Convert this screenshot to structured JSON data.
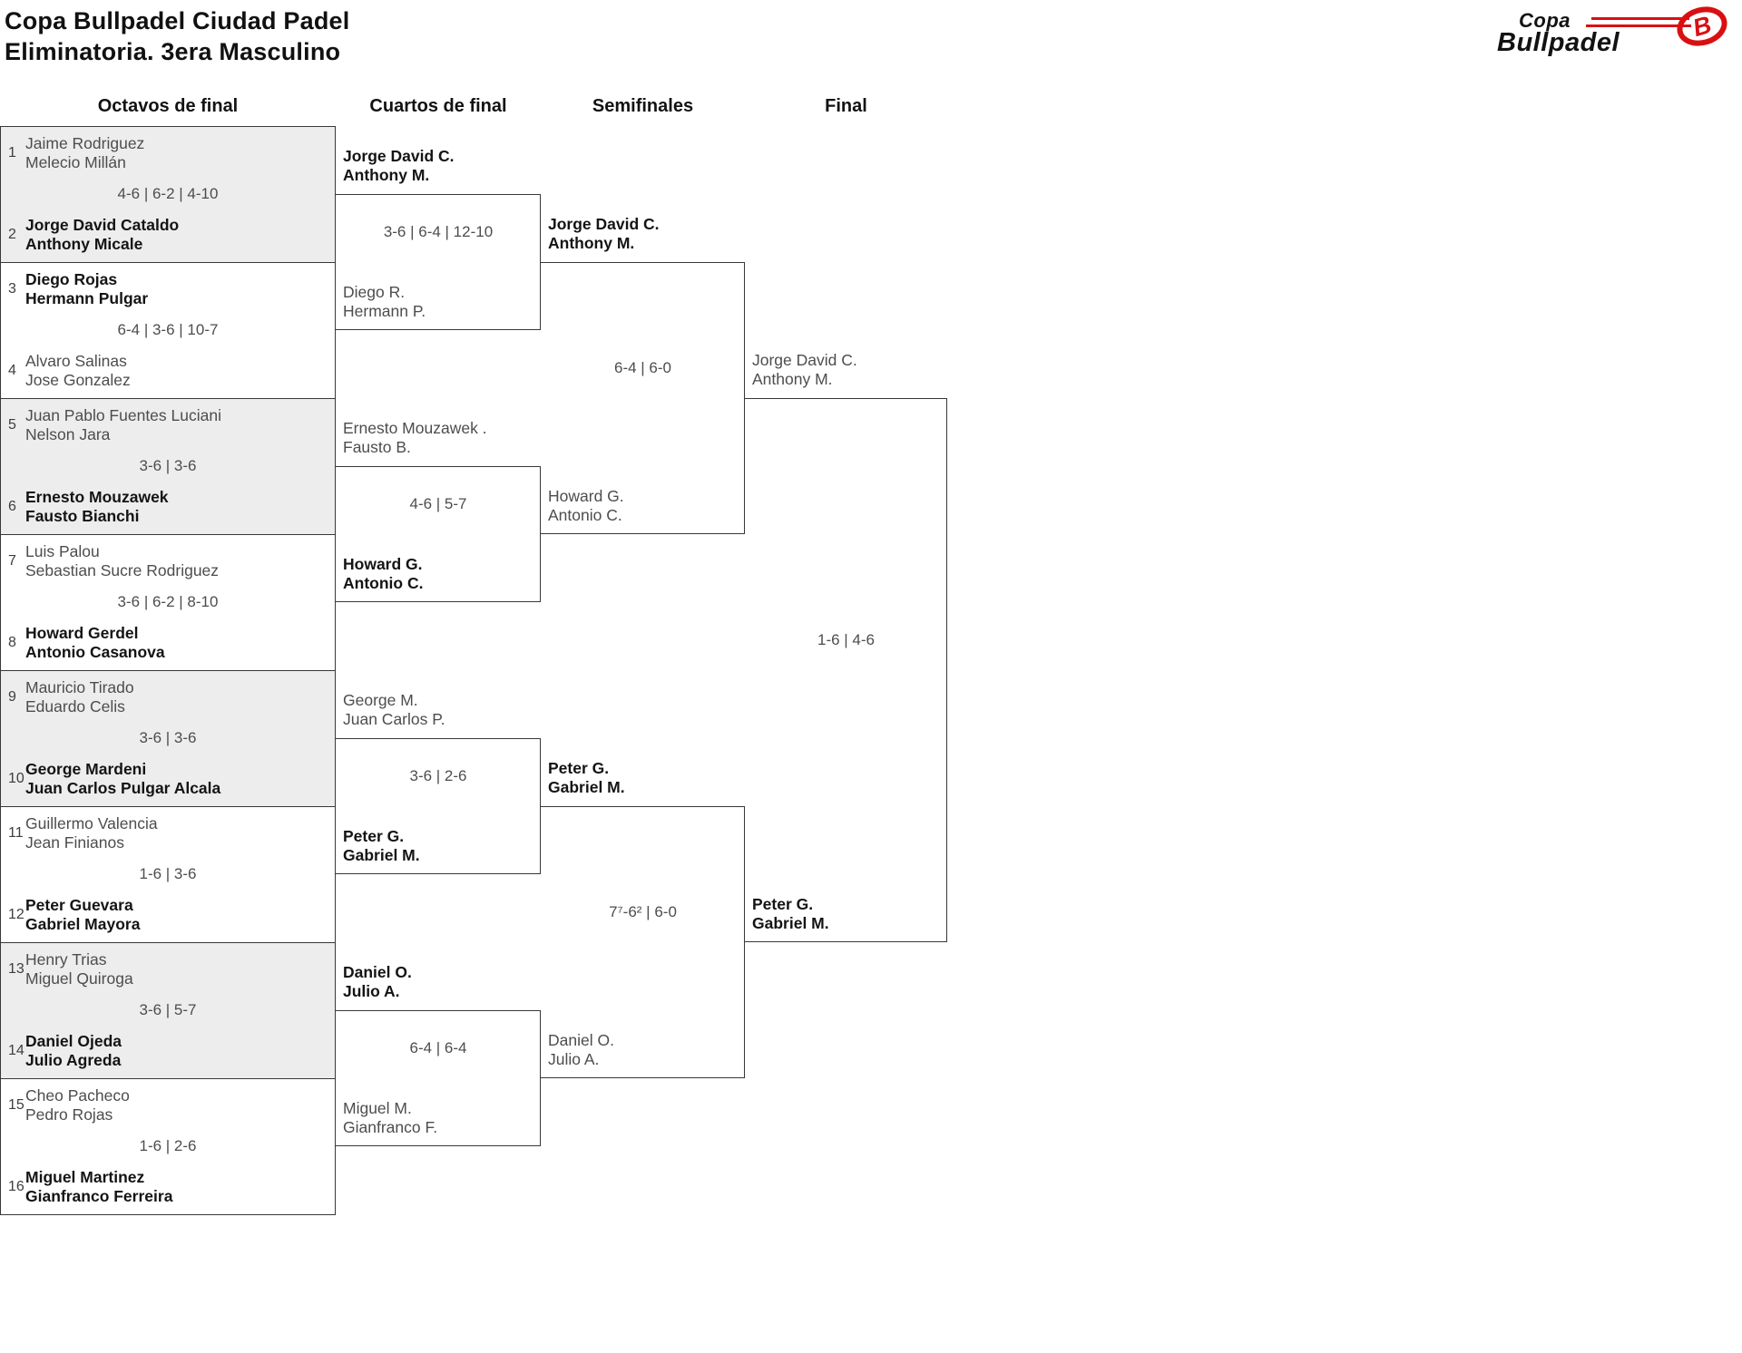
{
  "header": {
    "title_line1": "Copa Bullpadel Ciudad Padel",
    "title_line2": "Eliminatoria. 3era Masculino",
    "logo": {
      "copa": "Copa",
      "bullpadel": "Bullpadel",
      "emblem_letter": "B"
    }
  },
  "colors": {
    "accent_red": "#da0f12",
    "border": "#383838",
    "box_fill_alt": "#ededed",
    "winner_text": "#141414",
    "loser_text": "#4d4d4d"
  },
  "round_headers": [
    "Octavos de final",
    "Cuartos de final",
    "Semifinales",
    "Final"
  ],
  "octavos": [
    {
      "seedA": "1",
      "teamA": [
        "Jaime Rodriguez",
        "Melecio Millán"
      ],
      "teamA_winner": false,
      "score": "4-6 | 6-2 | 4-10",
      "seedB": "2",
      "teamB": [
        "Jorge David Cataldo",
        "Anthony Micale"
      ],
      "teamB_winner": true
    },
    {
      "seedA": "3",
      "teamA": [
        "Diego Rojas",
        "Hermann Pulgar"
      ],
      "teamA_winner": true,
      "score": "6-4 | 3-6 | 10-7",
      "seedB": "4",
      "teamB": [
        "Alvaro Salinas",
        "Jose Gonzalez"
      ],
      "teamB_winner": false
    },
    {
      "seedA": "5",
      "teamA": [
        "Juan Pablo Fuentes Luciani",
        "Nelson Jara"
      ],
      "teamA_winner": false,
      "score": "3-6 | 3-6",
      "seedB": "6",
      "teamB": [
        "Ernesto Mouzawek",
        "Fausto Bianchi"
      ],
      "teamB_winner": true
    },
    {
      "seedA": "7",
      "teamA": [
        "Luis Palou",
        "Sebastian Sucre Rodriguez"
      ],
      "teamA_winner": false,
      "score": "3-6 | 6-2 | 8-10",
      "seedB": "8",
      "teamB": [
        "Howard Gerdel",
        "Antonio Casanova"
      ],
      "teamB_winner": true
    },
    {
      "seedA": "9",
      "teamA": [
        "Mauricio Tirado",
        "Eduardo Celis"
      ],
      "teamA_winner": false,
      "score": "3-6 | 3-6",
      "seedB": "10",
      "teamB": [
        "George Mardeni",
        "Juan Carlos Pulgar Alcala"
      ],
      "teamB_winner": true
    },
    {
      "seedA": "11",
      "teamA": [
        "Guillermo Valencia",
        "Jean Finianos"
      ],
      "teamA_winner": false,
      "score": "1-6 | 3-6",
      "seedB": "12",
      "teamB": [
        "Peter Guevara",
        "Gabriel Mayora"
      ],
      "teamB_winner": true
    },
    {
      "seedA": "13",
      "teamA": [
        "Henry Trias",
        "Miguel Quiroga"
      ],
      "teamA_winner": false,
      "score": "3-6 | 5-7",
      "seedB": "14",
      "teamB": [
        "Daniel Ojeda",
        "Julio Agreda"
      ],
      "teamB_winner": true
    },
    {
      "seedA": "15",
      "teamA": [
        "Cheo Pacheco",
        "Pedro Rojas"
      ],
      "teamA_winner": false,
      "score": "1-6 | 2-6",
      "seedB": "16",
      "teamB": [
        "Miguel Martinez",
        "Gianfranco Ferreira"
      ],
      "teamB_winner": true
    }
  ],
  "cuartos": [
    {
      "top": [
        "Jorge David C.",
        "Anthony M."
      ],
      "top_winner": true,
      "score": "3-6 | 6-4 | 12-10",
      "bottom": [
        "Diego R.",
        "Hermann P."
      ],
      "bottom_winner": false
    },
    {
      "top": [
        "Ernesto Mouzawek .",
        "Fausto B."
      ],
      "top_winner": false,
      "score": "4-6 | 5-7",
      "bottom": [
        "Howard G.",
        "Antonio C."
      ],
      "bottom_winner": true
    },
    {
      "top": [
        "George M.",
        "Juan Carlos P."
      ],
      "top_winner": false,
      "score": "3-6 | 2-6",
      "bottom": [
        "Peter G.",
        "Gabriel M."
      ],
      "bottom_winner": true
    },
    {
      "top": [
        "Daniel O.",
        "Julio A."
      ],
      "top_winner": true,
      "score": "6-4 | 6-4",
      "bottom": [
        "Miguel M.",
        "Gianfranco F."
      ],
      "bottom_winner": false
    }
  ],
  "semifinales": [
    {
      "top": [
        "Jorge David C.",
        "Anthony M."
      ],
      "top_winner": true,
      "score": "6-4 | 6-0",
      "bottom": [
        "Howard G.",
        "Antonio C."
      ],
      "bottom_winner": false
    },
    {
      "top": [
        "Peter G.",
        "Gabriel M."
      ],
      "top_winner": true,
      "score": "7⁷-6² | 6-0",
      "bottom": [
        "Daniel O.",
        "Julio A."
      ],
      "bottom_winner": false
    }
  ],
  "final": {
    "top": [
      "Jorge David C.",
      "Anthony M."
    ],
    "top_winner": false,
    "score": "1-6 | 4-6",
    "bottom": [
      "Peter G.",
      "Gabriel M."
    ],
    "bottom_winner": true
  }
}
